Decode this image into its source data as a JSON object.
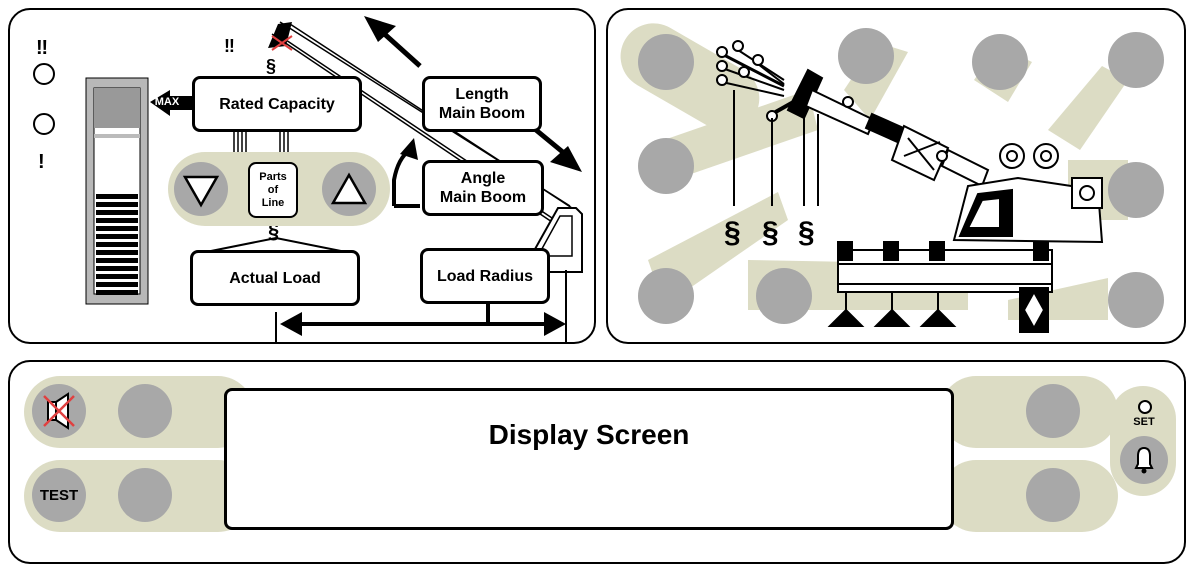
{
  "load_panel": {
    "rated_capacity": "Rated Capacity",
    "max_badge": "MAX",
    "parts_of_line": "Parts\nof\nLine",
    "actual_load": "Actual Load",
    "length_main_boom": "Length\nMain Boom",
    "angle_main_boom": "Angle\nMain Boom",
    "load_radius": "Load Radius",
    "bar_segments_lit": 13
  },
  "display": {
    "title": "Display Screen"
  },
  "controls": {
    "test_label": "TEST",
    "set_label": "SET"
  },
  "colors": {
    "pad": "#dcdcc4",
    "button": "#a8a8a8",
    "bar": "#b8b8b8",
    "mute_cross": "#e04040"
  }
}
